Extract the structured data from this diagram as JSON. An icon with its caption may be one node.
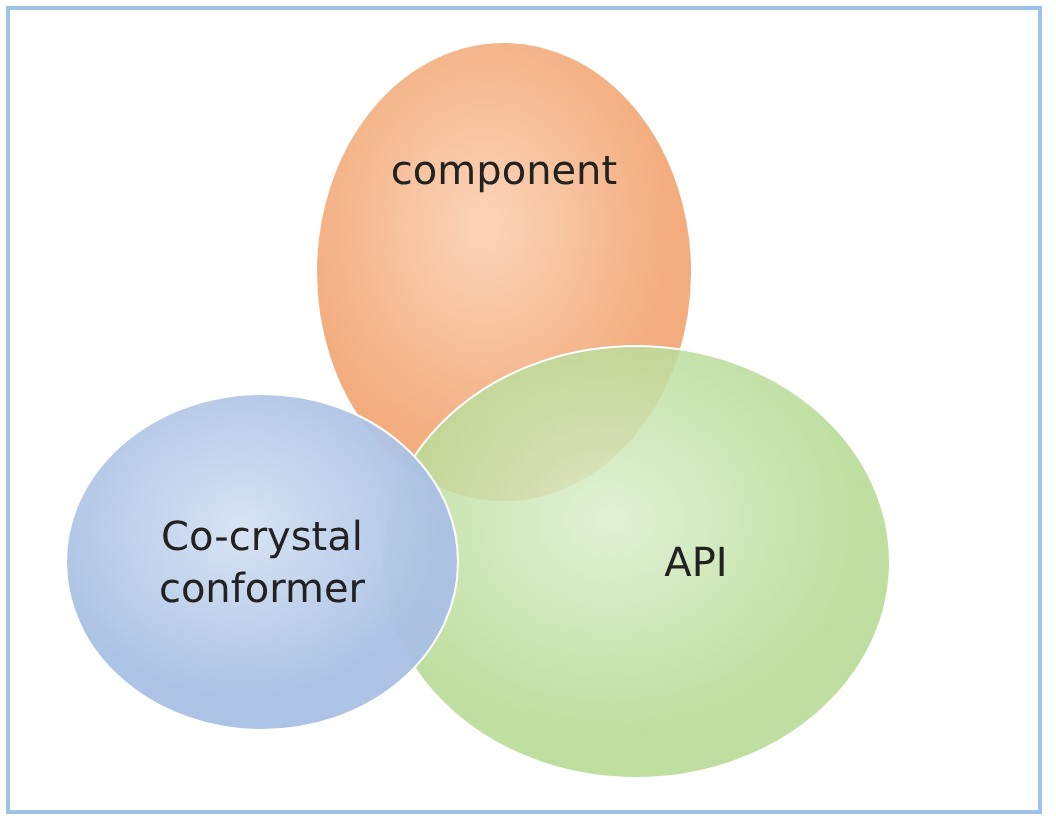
{
  "diagram": {
    "nodes": [
      {
        "text": [
          "component"
        ]
      },
      {
        "text": [
          "Co-crystal conformer"
        ]
      },
      {
        "text": [
          "API"
        ]
      }
    ]
  }
}
